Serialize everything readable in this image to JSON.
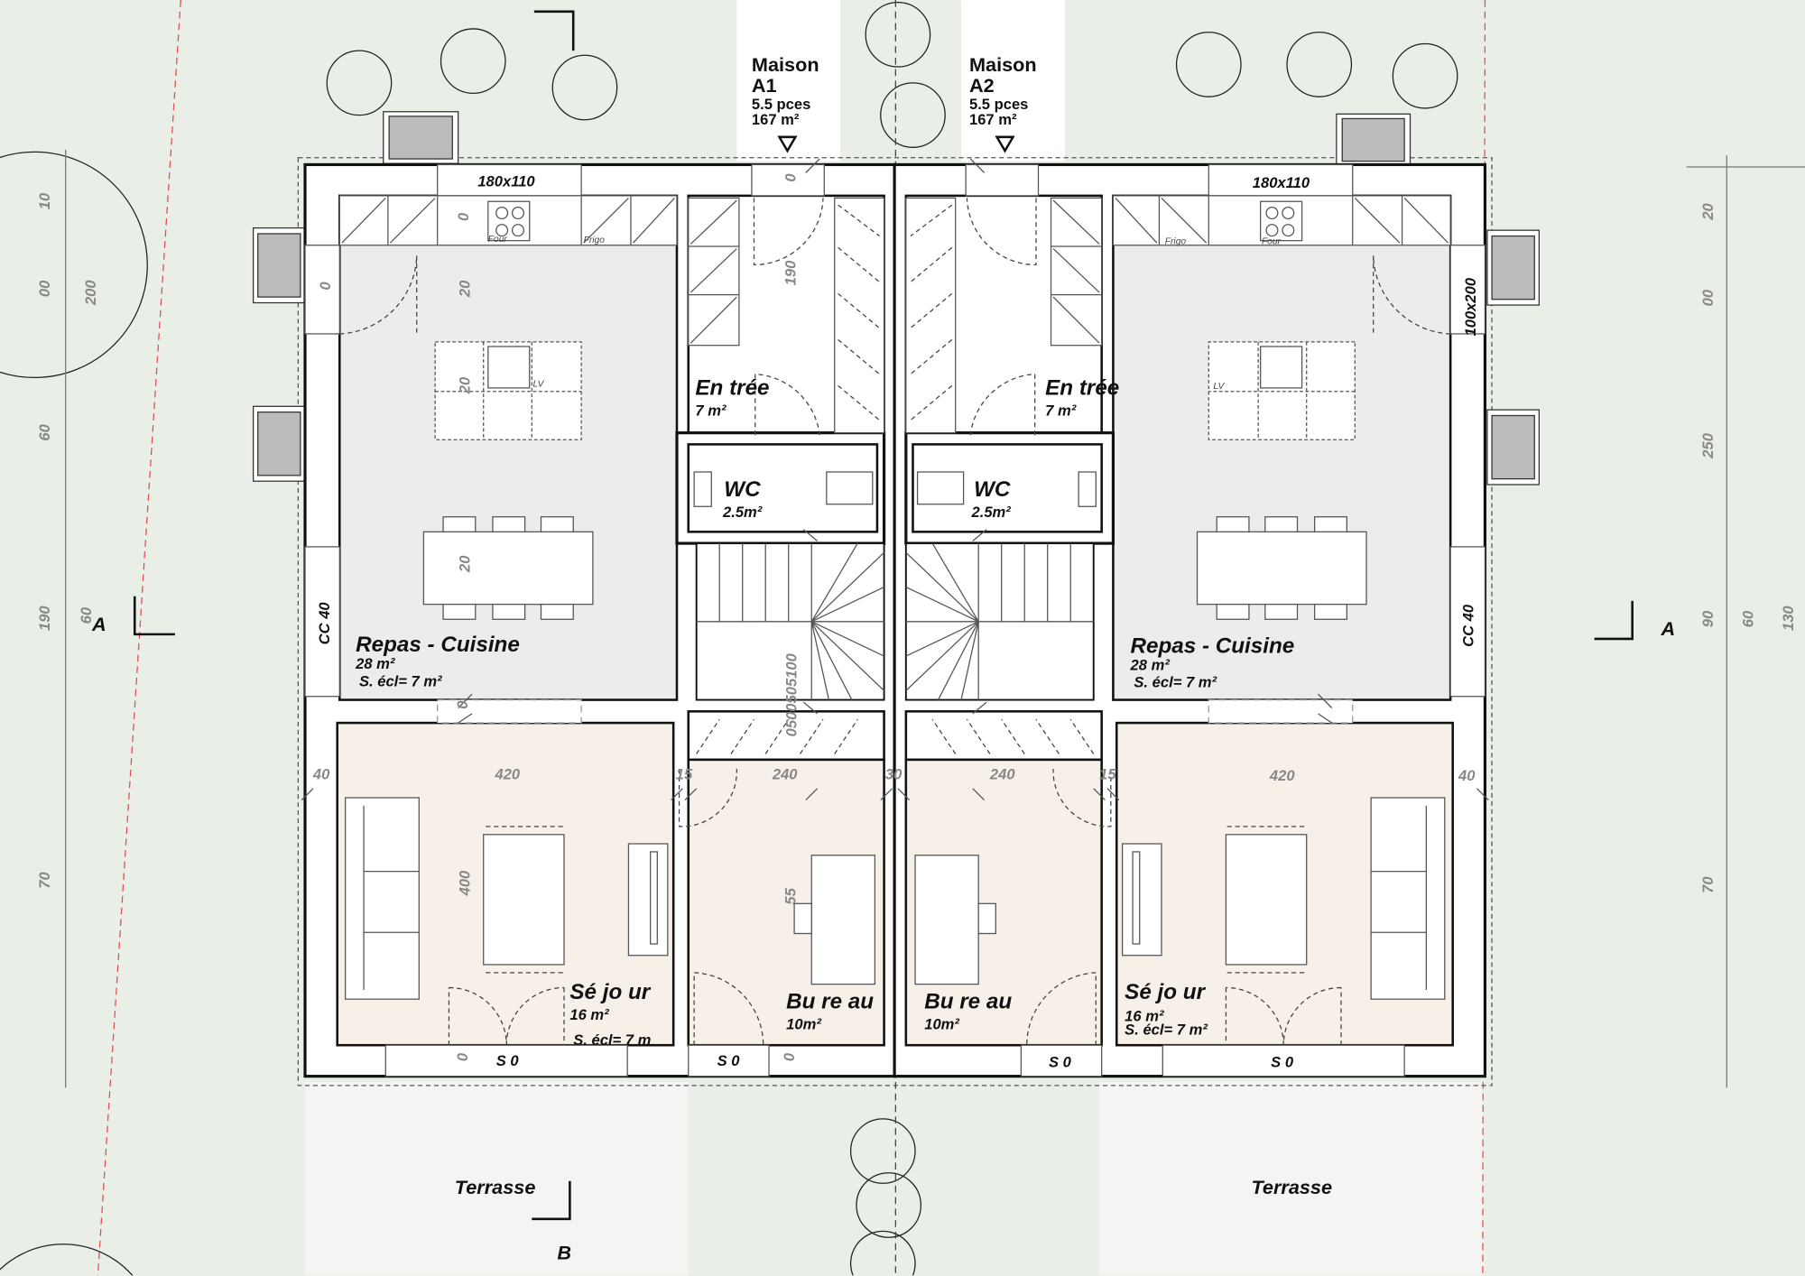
{
  "colors": {
    "ground": "#e9eee7",
    "building_fill": "#ffffff",
    "kitchen_floor": "#ececec",
    "living_floor": "#f6f0e9",
    "wall": "#111111",
    "dimension": "#888888",
    "property_line": "#e05050"
  },
  "houses": [
    {
      "name": "Maison",
      "unit": "A1",
      "rooms": "5.5 pces",
      "area": "167 m²"
    },
    {
      "name": "Maison",
      "unit": "A2",
      "rooms": "5.5 pces",
      "area": "167 m²"
    }
  ],
  "windows": {
    "kitchen_left": "180x110",
    "kitchen_right": "180x110",
    "side_right": "100x200",
    "cc_left": "CC 40",
    "cc_right": "CC 40"
  },
  "rooms": {
    "entree": {
      "name": "En trée",
      "area": "7 m²"
    },
    "wc": {
      "name": "WC",
      "area": "2.5m²"
    },
    "repas": {
      "name": "Repas - Cuisine",
      "area": "28 m²",
      "light": "S. écl= 7 m²"
    },
    "sejour_left": {
      "name": "Sé jo ur",
      "area": "16 m²",
      "light": "S. écl= 7 m"
    },
    "sejour_right": {
      "name": "Sé jo ur",
      "area": "16 m²",
      "light": "S. écl= 7 m²"
    },
    "bureau": {
      "name": "Bu re au",
      "area": "10m²"
    },
    "terrasse": "Terrasse"
  },
  "fixtures": {
    "oven": "Four",
    "fridge": "Frigo",
    "sink": "LV"
  },
  "sections": {
    "a": "A",
    "b": "B"
  },
  "dimensions": {
    "left": [
      "10",
      "00",
      "200",
      "60",
      "190",
      "60",
      "70"
    ],
    "right": [
      "20",
      "00",
      "250",
      "90",
      "60",
      "130",
      "70"
    ],
    "interior": [
      "40",
      "420",
      "15",
      "240",
      "30",
      "240",
      "15",
      "420",
      "40"
    ],
    "vertical": [
      "20",
      "20",
      "20",
      "400",
      "190",
      "55",
      "0500505100"
    ],
    "zero": "0",
    "sill": "S 0"
  }
}
